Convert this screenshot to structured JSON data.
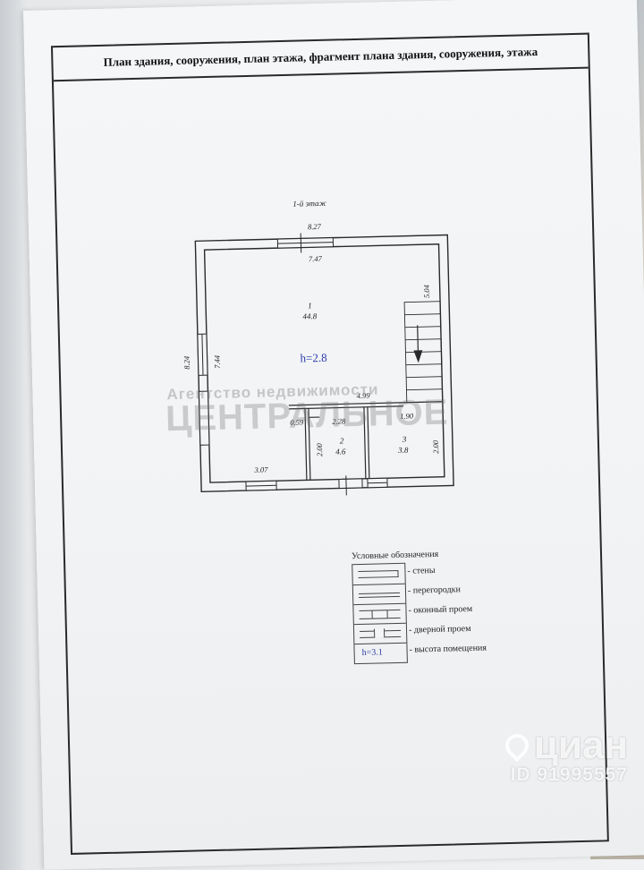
{
  "title": "План здания, сооружения, план этажа, фрагмент плана здания, сооружения, этажа",
  "floor_label": "1-й этаж",
  "dimensions": {
    "top_outer": "8.27",
    "top_inner": "7.47",
    "left_outer": "8.24",
    "left_inner": "7.44",
    "stair": "5.04",
    "partition": "4.99",
    "corridor": "0.59",
    "middle": "2.28",
    "right_room": "1.90",
    "room2_height": "2.00",
    "room3_height": "2.00",
    "bottom_left": "3.07"
  },
  "rooms": [
    {
      "number": "1",
      "area": "44.8"
    },
    {
      "number": "2",
      "area": "4.6"
    },
    {
      "number": "3",
      "area": "3.8"
    }
  ],
  "height_marker": "h=2.8",
  "legend": {
    "title": "Условные обозначения",
    "items": [
      "- стены",
      "- перегородки",
      "- оконный проем",
      "- дверной проем",
      "- высота помещения"
    ],
    "height_sample": "h=3.1"
  },
  "watermark": {
    "top": "Агентство недвижимости",
    "main": "ЦЕНТРАЛЬНОЕ"
  },
  "cian": {
    "logo": "циан",
    "id": "ID 91995557"
  },
  "colors": {
    "line": "#2a2a2a",
    "height_text": "#2b3aa8"
  }
}
